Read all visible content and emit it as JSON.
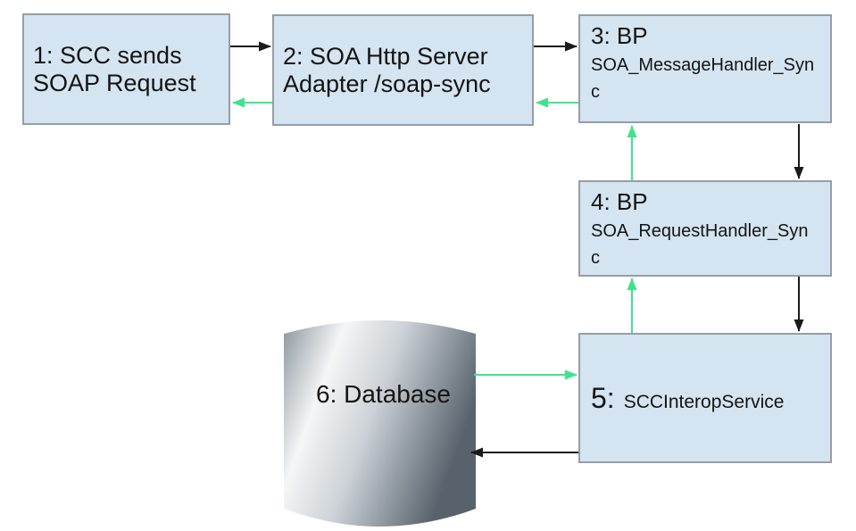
{
  "diagram_type": "sequence-flow",
  "colors": {
    "background": "#ffffff",
    "box_fill": "#d4e4f1",
    "box_border": "#959ea6",
    "text": "#141414",
    "arrow_black": "#1a1a1a",
    "arrow_green": "#42e28c",
    "cylinder_edge_light": "#8b959d",
    "cylinder_highlight": "#f4f6f7",
    "cylinder_mid": "#ccd2d7",
    "cylinder_shadow": "#58626c"
  },
  "nodes": {
    "node1": {
      "lines": [
        "1: SCC sends",
        "SOAP Request"
      ]
    },
    "node2": {
      "lines": [
        "2: SOA Http Server",
        "Adapter /soap-sync"
      ]
    },
    "node3": {
      "title": "3: BP",
      "subtitle_lines": [
        "SOA_MessageHandler_Syn",
        "c"
      ]
    },
    "node4": {
      "title": "4: BP",
      "subtitle_lines": [
        "SOA_RequestHandler_Syn",
        "c"
      ]
    },
    "node5": {
      "number": "5:",
      "name": "SCCInteropService"
    },
    "database": {
      "label": "6: Database"
    }
  },
  "edges": [
    {
      "from": "node1",
      "to": "node2",
      "color": "black",
      "style": "request"
    },
    {
      "from": "node2",
      "to": "node1",
      "color": "green",
      "style": "response"
    },
    {
      "from": "node2",
      "to": "node3",
      "color": "black",
      "style": "request"
    },
    {
      "from": "node3",
      "to": "node2",
      "color": "green",
      "style": "response"
    },
    {
      "from": "node3",
      "to": "node4",
      "color": "black",
      "style": "request"
    },
    {
      "from": "node4",
      "to": "node3",
      "color": "green",
      "style": "response"
    },
    {
      "from": "node4",
      "to": "node5",
      "color": "black",
      "style": "request"
    },
    {
      "from": "node5",
      "to": "node4",
      "color": "green",
      "style": "response"
    },
    {
      "from": "database",
      "to": "node5",
      "color": "green",
      "style": "response"
    },
    {
      "from": "node5",
      "to": "database",
      "color": "black",
      "style": "request"
    }
  ]
}
